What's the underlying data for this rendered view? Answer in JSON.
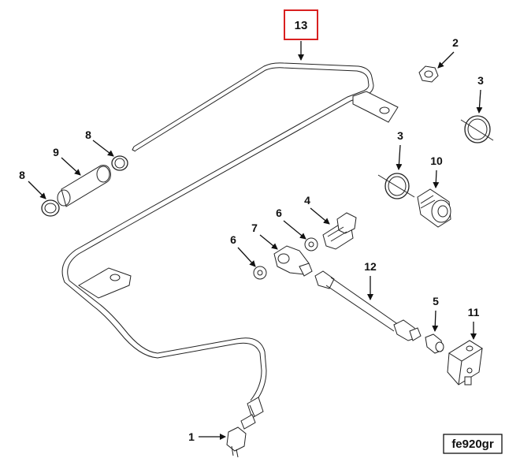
{
  "diagram": {
    "highlight_callout": "13",
    "reference_code": "fe920gr",
    "callouts": [
      "1",
      "2",
      "3",
      "3",
      "4",
      "5",
      "6",
      "6",
      "7",
      "8",
      "8",
      "9",
      "10",
      "11",
      "12"
    ]
  },
  "colors": {
    "highlight_box": "#d92020",
    "line": "#222222"
  }
}
